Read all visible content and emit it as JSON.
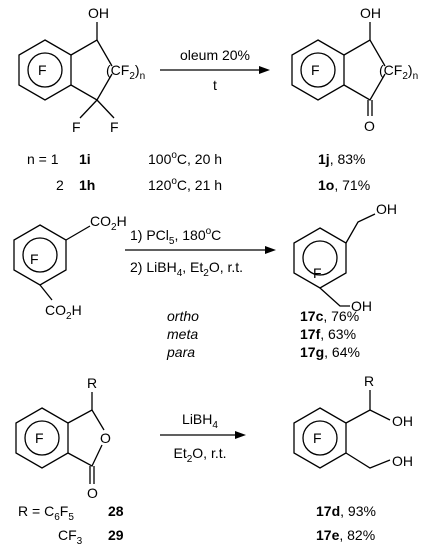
{
  "reaction1": {
    "sm_ring": "F",
    "sm_oh": "OH",
    "sm_chain_a": "(CF",
    "sm_chain_sub": "2",
    "sm_chain_b": ")",
    "sm_chain_n": "n",
    "sm_f1": "F",
    "sm_f2": "F",
    "reagent_top": "oleum 20%",
    "reagent_bottom": "t",
    "pr_ring": "F",
    "pr_oh": "OH",
    "pr_chain_a": "(CF",
    "pr_chain_sub": "2",
    "pr_chain_b": ")",
    "pr_chain_n": "n",
    "pr_o": "O",
    "rows": [
      {
        "n": "n = 1",
        "sm": "1i",
        "cond_a": "100",
        "cond_deg": "o",
        "cond_b": "C, 20 h",
        "pr": "1j",
        "yield": ", 83%"
      },
      {
        "n": "2",
        "sm": "1h",
        "cond_a": "120",
        "cond_deg": "o",
        "cond_b": "C, 21 h",
        "pr": "1o",
        "yield": ", 71%"
      }
    ]
  },
  "reaction2": {
    "sm_ring": "F",
    "sm_co2h_top_a": "CO",
    "sm_co2h_top_sub": "2",
    "sm_co2h_top_b": "H",
    "sm_co2h_bot_a": "CO",
    "sm_co2h_bot_sub": "2",
    "sm_co2h_bot_b": "H",
    "step1_a": "1) PCl",
    "step1_sub": "5",
    "step1_b": ", 180",
    "step1_deg": "o",
    "step1_c": "C",
    "step2_a": "2) LiBH",
    "step2_sub": "4",
    "step2_b": ", Et",
    "step2_sub2": "2",
    "step2_c": "O, r.t.",
    "pr_ring": "F",
    "pr_oh_top": "OH",
    "pr_oh_bot": "OH",
    "rows": [
      {
        "iso": "ortho",
        "pr": "17c",
        "yield": ", 76%"
      },
      {
        "iso": "meta",
        "pr": "17f",
        "yield": ", 63%"
      },
      {
        "iso": "para",
        "pr": "17g",
        "yield": ", 64%"
      }
    ]
  },
  "reaction3": {
    "sm_ring": "F",
    "sm_r": "R",
    "sm_o_ring": "O",
    "sm_o_carbonyl": "O",
    "reagent_top_a": "LiBH",
    "reagent_top_sub": "4",
    "reagent_bottom_a": "Et",
    "reagent_bottom_sub": "2",
    "reagent_bottom_b": "O, r.t.",
    "pr_ring": "F",
    "pr_r": "R",
    "pr_oh_top": "OH",
    "pr_oh_bot": "OH",
    "rows": [
      {
        "r_a": "R = C",
        "r_sub1": "6",
        "r_b": "F",
        "r_sub2": "5",
        "sm": "28",
        "pr": "17d",
        "yield": ", 93%"
      },
      {
        "r_a": "CF",
        "r_sub1": "3",
        "r_b": "",
        "r_sub2": "",
        "sm": "29",
        "pr": "17e",
        "yield": ", 82%"
      }
    ]
  }
}
